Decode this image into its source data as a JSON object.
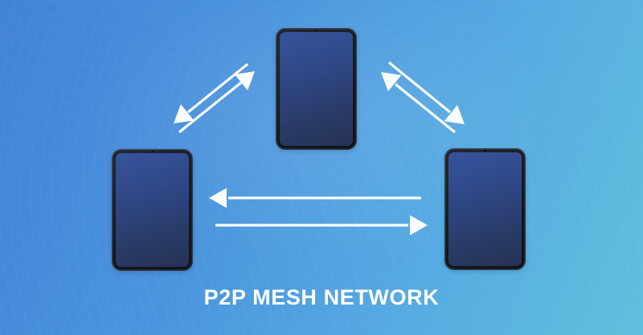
{
  "title": {
    "label": "P2P MESH NETWORK"
  },
  "diagram": {
    "type": "p2p-mesh-network",
    "nodes": [
      {
        "id": "peer-top",
        "device": "tablet",
        "position": "top-center"
      },
      {
        "id": "peer-left",
        "device": "tablet",
        "position": "bottom-left"
      },
      {
        "id": "peer-right",
        "device": "tablet",
        "position": "bottom-right"
      }
    ],
    "connections": [
      {
        "from": "peer-top",
        "to": "peer-left",
        "bidirectional": true,
        "style": "double-white-arrow"
      },
      {
        "from": "peer-top",
        "to": "peer-right",
        "bidirectional": true,
        "style": "double-white-arrow"
      },
      {
        "from": "peer-left",
        "to": "peer-right",
        "bidirectional": true,
        "style": "double-white-arrow"
      }
    ]
  },
  "colors": {
    "bg_gradient_start": "#4183d7",
    "bg_gradient_mid": "#55a9e2",
    "bg_gradient_end": "#5fc0dc",
    "arrow": "#fafdff",
    "title_text": "#ffffff",
    "device_frame": "#16191f",
    "device_screen_top": "#36549c",
    "device_screen_bottom": "#273256"
  }
}
